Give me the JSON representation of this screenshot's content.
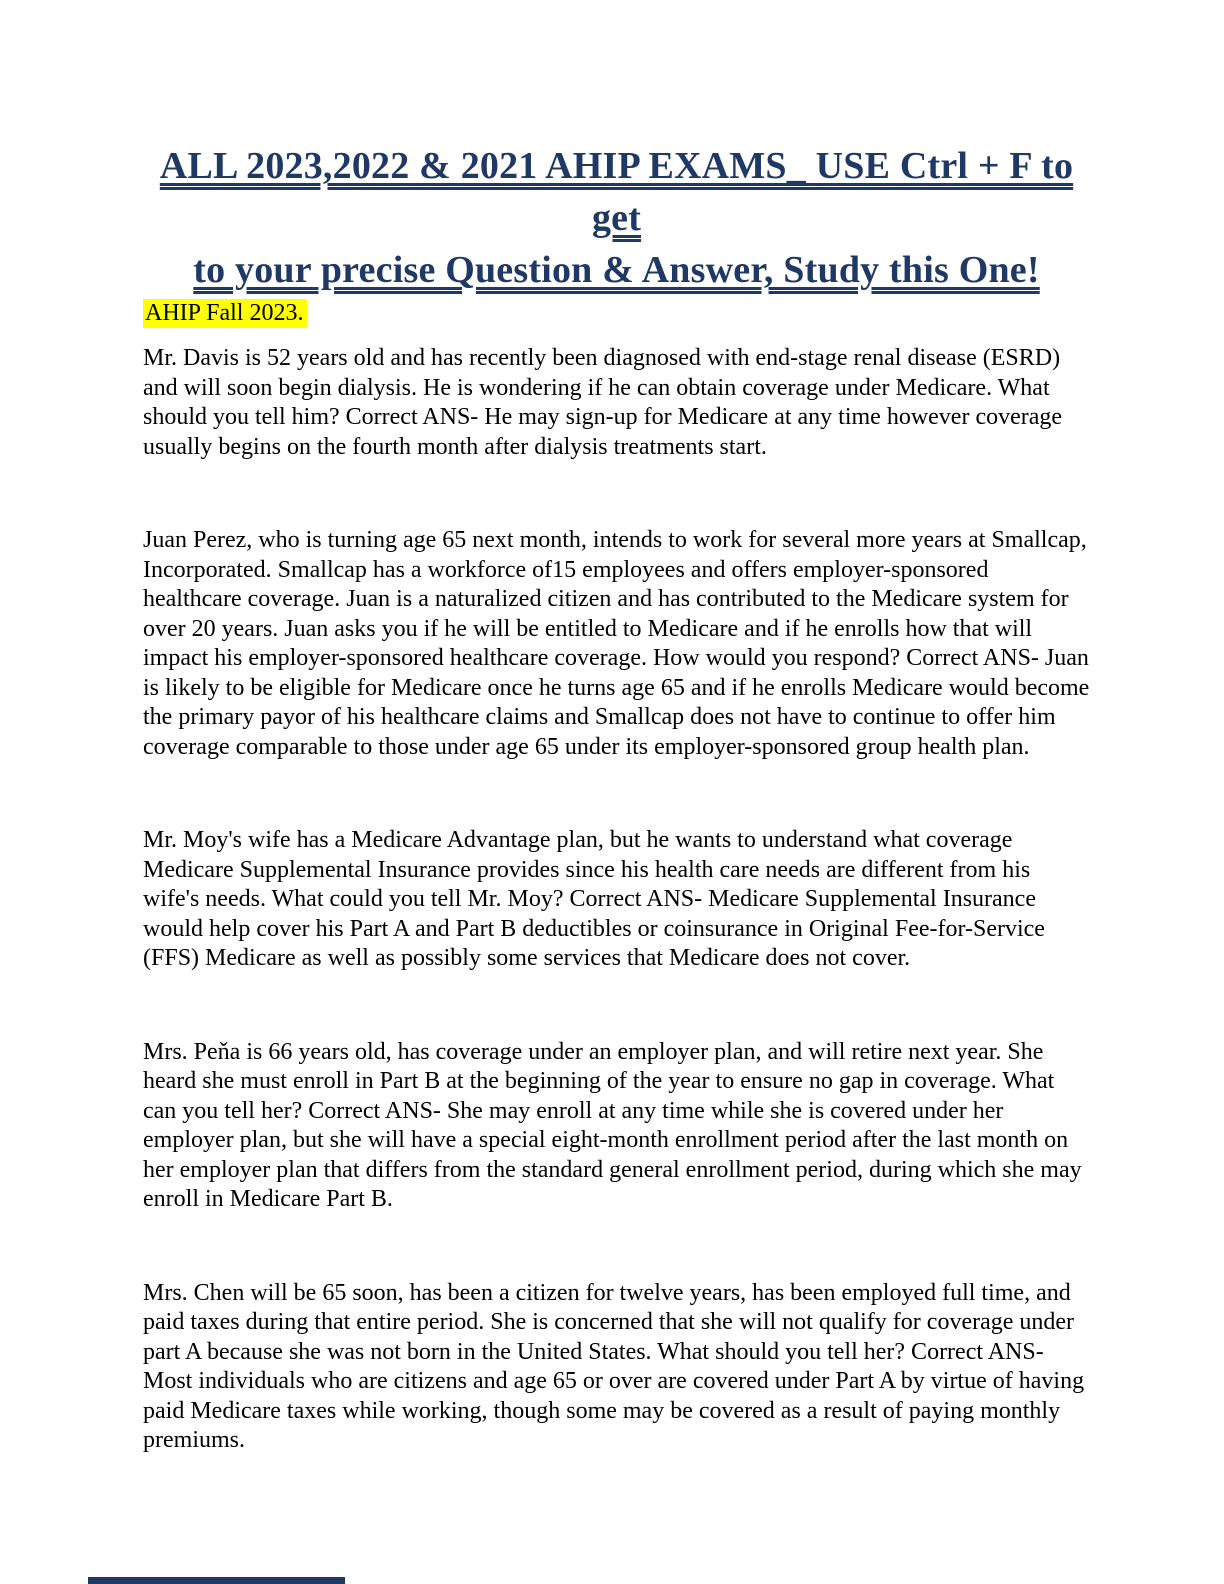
{
  "document": {
    "title_line1": "ALL 2023,2022 & 2021 AHIP EXAMS_ USE Ctrl + F to get",
    "title_line2": "to your precise Question & Answer, Study this One!",
    "highlight": "AHIP Fall 2023.",
    "paragraphs": [
      "Mr. Davis is 52 years old and has recently been diagnosed with end-stage renal disease (ESRD) and will soon begin dialysis. He is wondering if he can obtain coverage under Medicare. What should you tell him? Correct ANS- He may sign-up for Medicare at any time however coverage usually begins on the fourth month after dialysis treatments start.",
      "Juan Perez, who is turning age 65 next month, intends to work for several more years at Smallcap, Incorporated. Smallcap has a workforce of15 employees and offers employer-sponsored healthcare coverage. Juan is a naturalized citizen and has contributed to the Medicare system for over 20 years. Juan asks you if he will be entitled to Medicare and if he enrolls how that will impact his employer-sponsored healthcare coverage. How would you respond? Correct ANS- Juan is likely to be eligible for Medicare once he turns age 65 and if he enrolls Medicare would become the primary payor of his healthcare claims and Smallcap does not have to continue to offer him coverage comparable to those under age 65 under its employer-sponsored group health plan.",
      "Mr. Moy's wife has a Medicare Advantage plan, but he wants to understand what coverage Medicare Supplemental Insurance provides since his health care needs are different from his wife's needs. What could you tell Mr. Moy? Correct ANS- Medicare Supplemental Insurance would help cover his Part A and Part B deductibles or coinsurance in Original Fee-for-Service (FFS) Medicare as well as possibly some services that Medicare does not cover.",
      "Mrs. Peňa is 66 years old, has coverage under an employer plan, and will retire next year. She heard she must enroll in Part B at the beginning of the year to ensure no gap in coverage. What can you tell her? Correct ANS- She may enroll at any time while she is covered under her employer plan, but she will have a special eight-month enrollment period after the last month on her employer plan that differs from the standard general enrollment period, during which she may enroll in Medicare Part B.",
      "Mrs. Chen will be 65 soon, has been a citizen for twelve years, has been employed full time, and paid taxes during that entire period. She is concerned that she will not qualify for coverage under part A because she was not born in the United States. What should you tell her? Correct ANS- Most individuals who are citizens and age 65 or over are covered under Part A by virtue of having paid Medicare taxes while working, though some may be covered as a result of paying monthly premiums."
    ],
    "colors": {
      "title": "#1f3864",
      "highlight_bg": "#ffff00",
      "body_text": "#000000",
      "page_bg": "#ffffff"
    }
  }
}
